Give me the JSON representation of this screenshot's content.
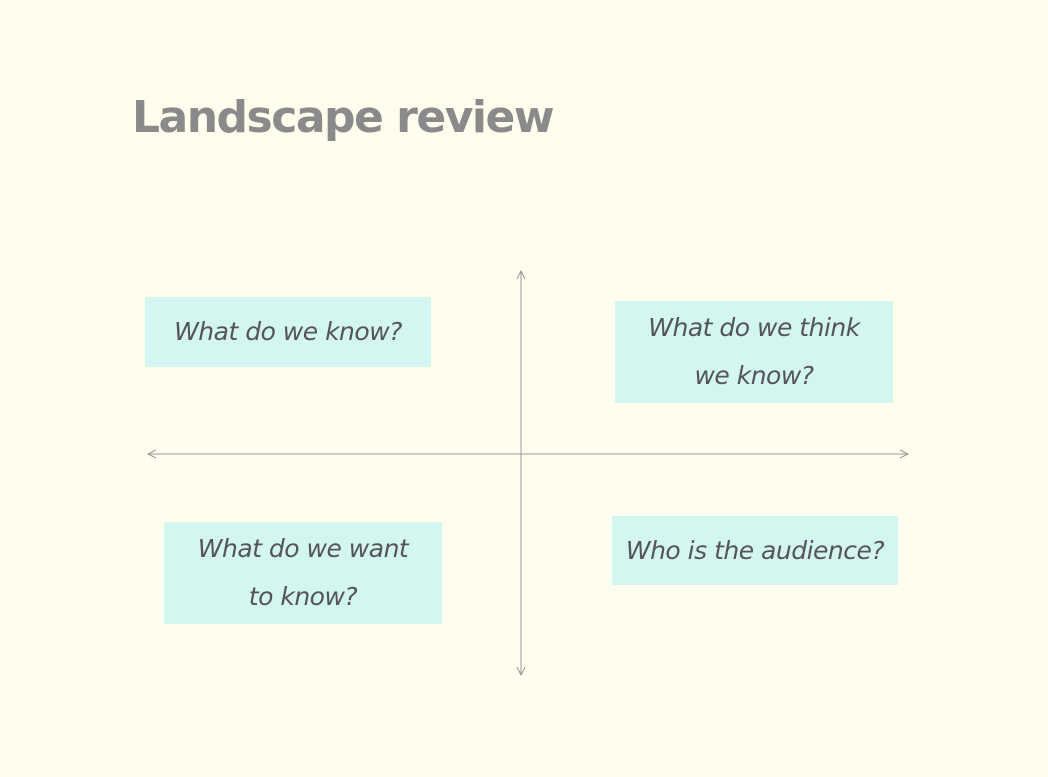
{
  "title": "Landscape review",
  "colors": {
    "background": "#fefdee",
    "card_fill": "#d3f6f0",
    "card_text": "#555555",
    "title_text": "#8a8a8a",
    "axis_line": "#999999"
  },
  "quadrants": {
    "top_left": "What do we know?",
    "top_right": "What do we think\nwe know?",
    "bottom_left": "What do we want\nto know?",
    "bottom_right": "Who is the audience?"
  }
}
